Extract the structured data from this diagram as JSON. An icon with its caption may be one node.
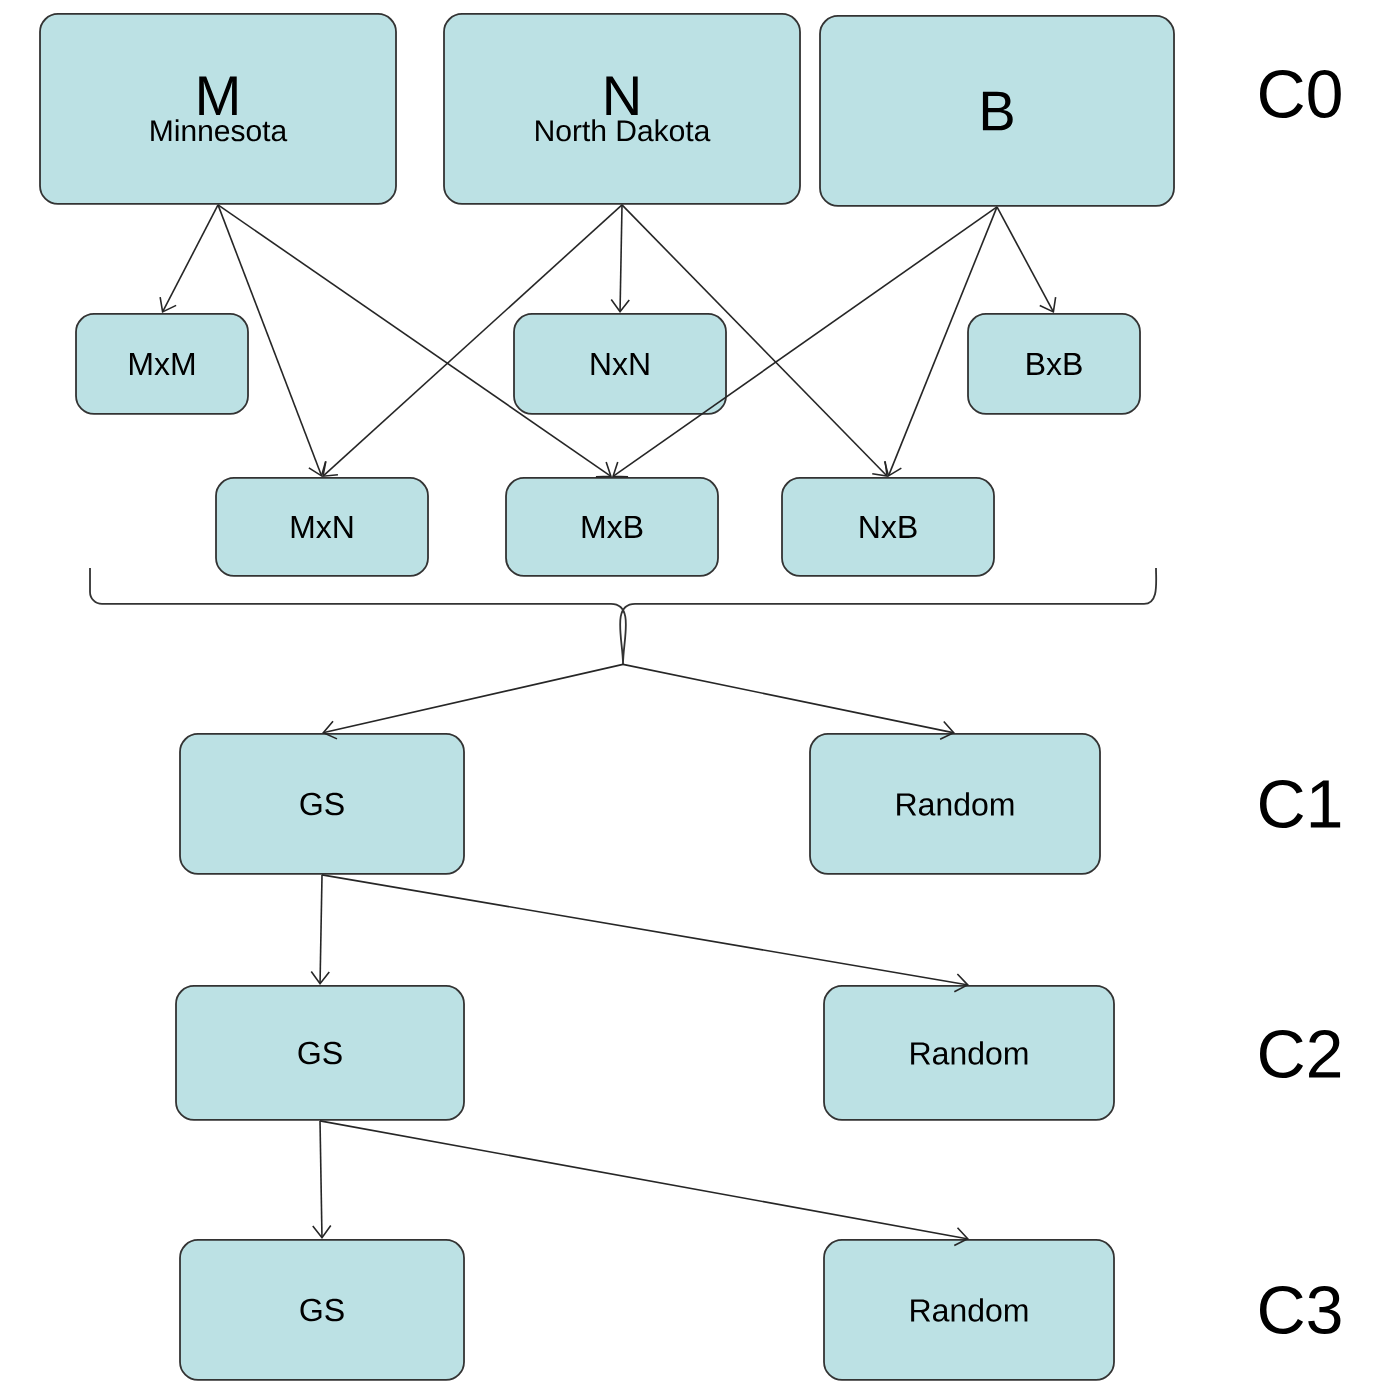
{
  "diagram": {
    "nodes": [
      {
        "text": [
          "M",
          "Minnesota"
        ]
      },
      {
        "text": [
          "N",
          "North Dakota"
        ]
      },
      {
        "text": [
          "B"
        ]
      },
      {
        "text": [
          "MxM"
        ]
      },
      {
        "text": [
          "NxN"
        ]
      },
      {
        "text": [
          "BxB"
        ]
      },
      {
        "text": [
          "MxN"
        ]
      },
      {
        "text": [
          "MxB"
        ]
      },
      {
        "text": [
          "NxB"
        ]
      },
      {
        "text": [],
        "shape": "bracket"
      },
      {
        "text": [
          "GS"
        ]
      },
      {
        "text": [
          "Random"
        ]
      },
      {
        "text": [
          "GS"
        ]
      },
      {
        "text": [
          "Random"
        ]
      },
      {
        "text": [
          "GS"
        ]
      },
      {
        "text": [
          "Random"
        ]
      }
    ],
    "edges": [
      {
        "from": 0,
        "to": 3,
        "arrow": "to"
      },
      {
        "from": 0,
        "to": 6,
        "arrow": "to"
      },
      {
        "from": 0,
        "to": 7,
        "arrow": "to"
      },
      {
        "from": 1,
        "to": 6,
        "arrow": "to"
      },
      {
        "from": 1,
        "to": 4,
        "arrow": "to"
      },
      {
        "from": 1,
        "to": 8,
        "arrow": "to"
      },
      {
        "from": 2,
        "to": 7,
        "arrow": "to"
      },
      {
        "from": 2,
        "to": 8,
        "arrow": "to"
      },
      {
        "from": 2,
        "to": 5,
        "arrow": "to"
      },
      {
        "from": 9,
        "to": 10,
        "arrow": "to"
      },
      {
        "from": 9,
        "to": 11,
        "arrow": "to"
      },
      {
        "from": 10,
        "to": 12,
        "arrow": "to"
      },
      {
        "from": 10,
        "to": 13,
        "arrow": "to"
      },
      {
        "from": 12,
        "to": 14,
        "arrow": "to"
      },
      {
        "from": 12,
        "to": 15,
        "arrow": "to"
      }
    ],
    "labels": [
      "C0",
      "C1",
      "C2",
      "C3"
    ]
  }
}
